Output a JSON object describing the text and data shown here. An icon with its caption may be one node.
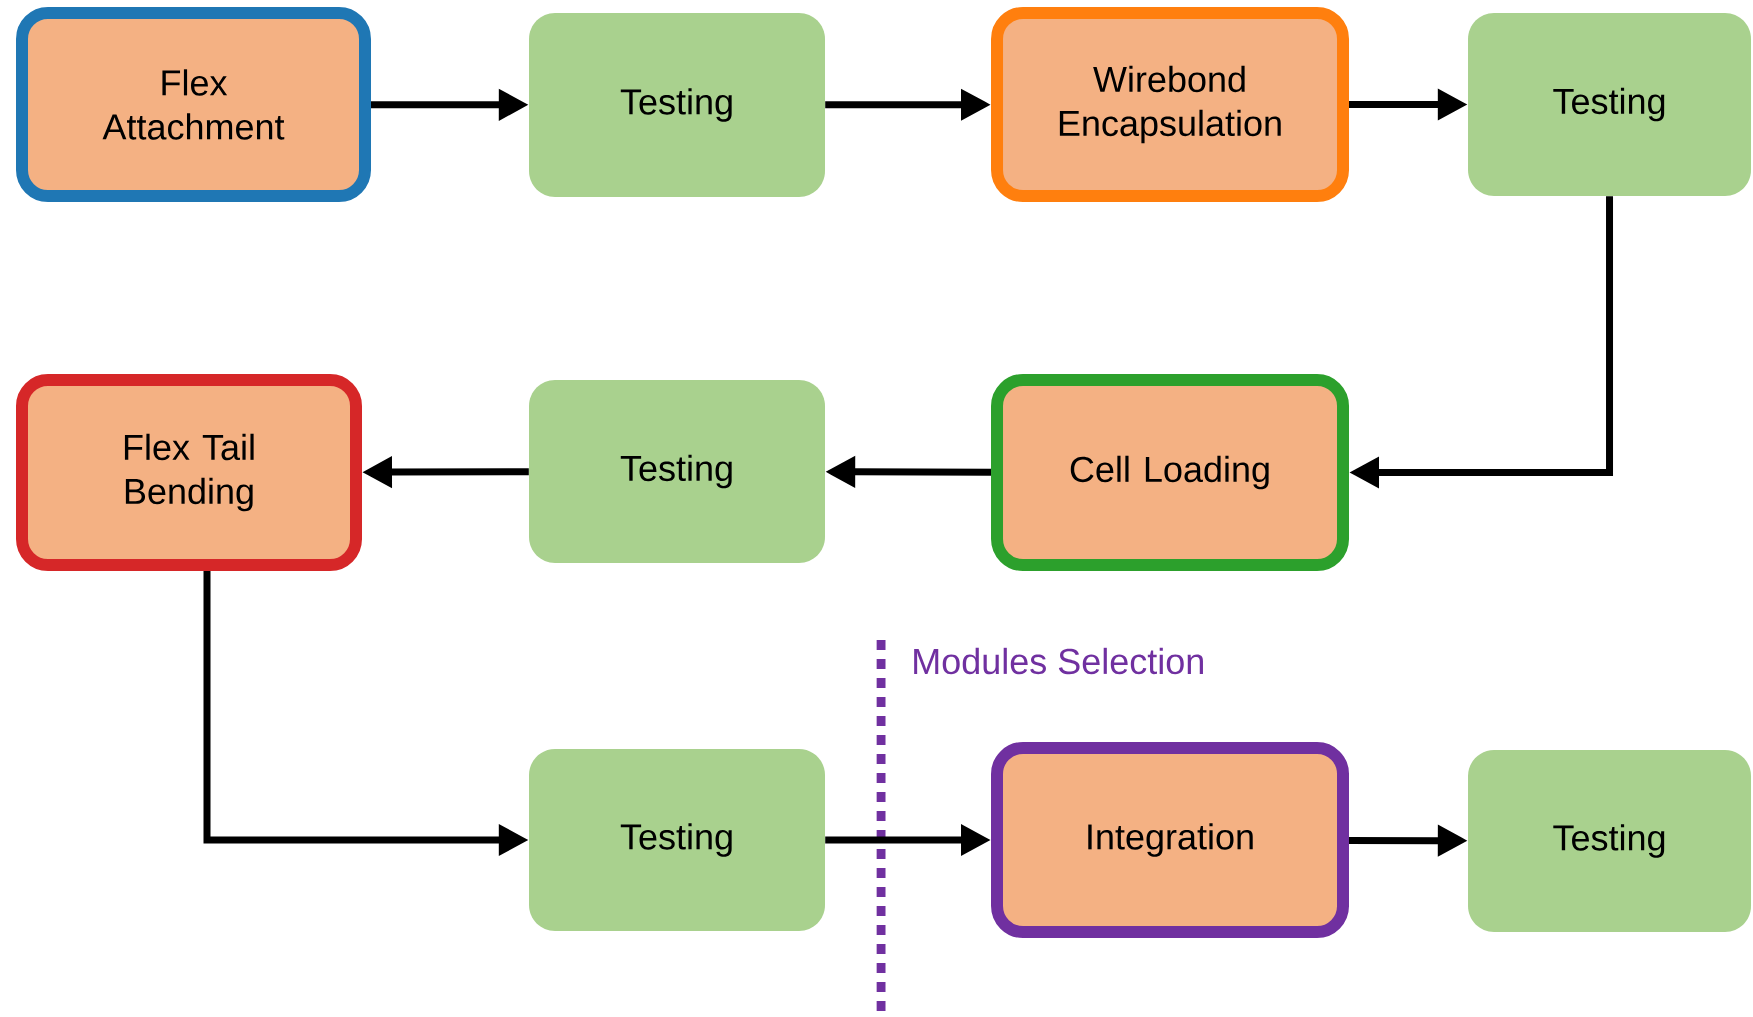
{
  "diagram": {
    "nodes": [
      {
        "text": [
          "Flex Attachment"
        ]
      },
      {
        "text": [
          "Testing"
        ]
      },
      {
        "text": [
          "Wirebond Encapsulation"
        ]
      },
      {
        "text": [
          "Testing"
        ]
      },
      {
        "text": [
          "Cell Loading"
        ]
      },
      {
        "text": [
          "Testing"
        ]
      },
      {
        "text": [
          "Flex Tail Bending"
        ]
      },
      {
        "text": [
          "Testing"
        ]
      },
      {
        "text": [
          "Integration"
        ]
      },
      {
        "text": [
          "Testing"
        ]
      }
    ],
    "edges": [
      {
        "from": 0,
        "to": 1,
        "arrow": "to"
      },
      {
        "from": 1,
        "to": 2,
        "arrow": "to"
      },
      {
        "from": 2,
        "to": 3,
        "arrow": "to"
      },
      {
        "from": 3,
        "to": 4,
        "arrow": "to"
      },
      {
        "from": 4,
        "to": 5,
        "arrow": "to"
      },
      {
        "from": 5,
        "to": 6,
        "arrow": "to"
      },
      {
        "from": 6,
        "to": 7,
        "arrow": "to"
      },
      {
        "from": 7,
        "to": 8,
        "arrow": "to"
      },
      {
        "from": 8,
        "to": 9,
        "arrow": "to"
      }
    ],
    "labels": [
      "Modules Selection"
    ]
  }
}
